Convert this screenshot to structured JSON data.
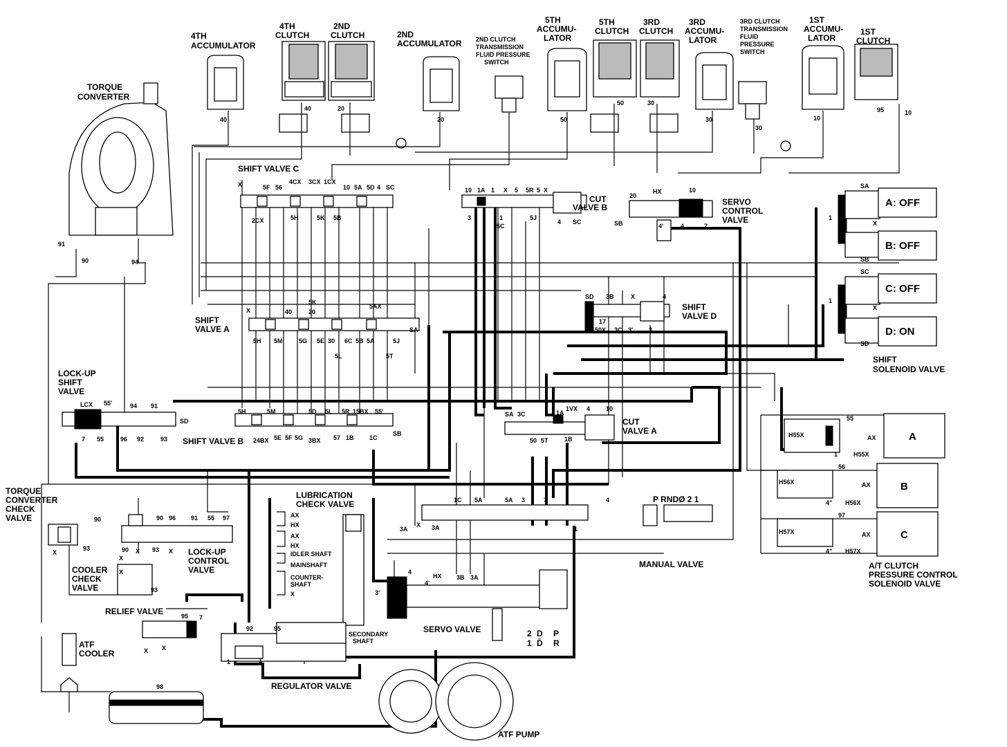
{
  "components": {
    "acc_4th": "4TH ACCUMULATOR",
    "clutch_4th": "4TH CLUTCH",
    "clutch_2nd": "2ND CLUTCH",
    "acc_2nd": "2ND ACCUMULATOR",
    "switch_2nd": "2ND CLUTCH TRANSMISSION FLUID PRESSURE SWITCH",
    "acc_5th": "5TH ACCUMU- LATOR",
    "clutch_5th": "5TH CLUTCH",
    "clutch_3rd": "3RD CLUTCH",
    "acc_3rd": "3RD ACCUMU- LATOR",
    "switch_3rd": "3RD CLUTCH TRANSMISSION FLUID PRESSURE SWITCH",
    "acc_1st": "1ST ACCUMU- LATOR",
    "clutch_1st": "1ST CLUTCH",
    "torque_converter": "TORQUE CONVERTER",
    "shift_valve_c": "SHIFT VALVE C",
    "cut_valve_b": "CUT VALVE B",
    "servo_control_valve": "SERVO CONTROL VALVE",
    "shift_valve_a": "SHIFT VALVE A",
    "shift_valve_d": "SHIFT VALVE D",
    "lockup_shift_valve": "LOCK-UP SHIFT VALVE",
    "shift_valve_b": "SHIFT VALVE B",
    "cut_valve_a": "CUT VALVE A",
    "tc_check_valve": "TORQUE CONVERTER CHECK VALVE",
    "lubrication_check_valve": "LUBRICATION CHECK VALVE",
    "lockup_control_valve": "LOCK-UP CONTROL VALVE",
    "cooler_check_valve": "COOLER CHECK VALVE",
    "relief_valve": "RELIEF VALVE",
    "atf_cooler": "ATF COOLER",
    "regulator_valve": "REGULATOR VALVE",
    "servo_valve": "SERVO VALVE",
    "atf_pump": "ATF PUMP",
    "manual_valve": "MANUAL VALVE",
    "shift_solenoid_valve": "SHIFT SOLENOID VALVE",
    "at_clutch_pc_solenoid": "A/T CLUTCH PRESSURE CONTROL SOLENOID VALVE",
    "secondary_shaft": "SECONDARY SHAFT"
  },
  "solenoids": [
    {
      "label": "A: OFF"
    },
    {
      "label": "B: OFF"
    },
    {
      "label": "C: OFF"
    },
    {
      "label": "D: ON"
    }
  ],
  "pressure_solenoids": [
    "A",
    "B",
    "C"
  ],
  "lube_points": [
    "AX",
    "HX",
    "AX",
    "HX",
    "IDLER SHAFT",
    "MAINSHAFT",
    "COUNTER- SHAFT",
    "X"
  ],
  "manual_positions": "P  RNDØ 2 1",
  "servo_positions": [
    "2",
    "D",
    "P",
    "1",
    "D̃",
    "R"
  ],
  "ports": {
    "p40a": "40",
    "p40b": "40",
    "p20a": "20",
    "p20b": "20",
    "p50a": "50",
    "p50b": "50",
    "p30a": "30",
    "p30b": "30",
    "p30c": "30",
    "p10a": "10",
    "p95": "95",
    "p10b": "10",
    "sc_x": "X",
    "sc_5f": "5F",
    "sc_56": "56",
    "sc_4cx": "4CX",
    "sc_3cx": "3CX",
    "sc_1cx": "1CX",
    "sc_10": "10",
    "sc_5a": "5A",
    "sc_5d": "5D",
    "sc_4": "4",
    "sc_sc": "SC",
    "sc_2cx": "2CX",
    "sc_5h": "5H",
    "sc_5k": "5K",
    "sc_5b": "5B",
    "cb_10": "10",
    "cb_1a": "1A",
    "cb_1": "1",
    "cb_x": "X",
    "cb_5": "5",
    "cb_5r": "5R",
    "cb_5b": "5",
    "cb_x2": "X",
    "cb_3": "3",
    "cb_1b": "1",
    "cb_5c": "5C",
    "cb_5j": "5J",
    "cb_4": "4",
    "cb_sc": "SC",
    "sv_20": "20",
    "sv_hx": "HX",
    "sv_10": "10",
    "sv_sb": "SB",
    "sv_4p": "4'",
    "sv_4": "4",
    "sv_7": "7",
    "sa_sa": "SA",
    "sa_x": "X",
    "sa_sb": "SB",
    "sa_sc": "SC",
    "sa_x2": "X",
    "sa_1": "1",
    "sa_1b": "1",
    "sa_sd": "SD",
    "a_x": "X",
    "a_40": "40",
    "a_5k": "5K",
    "a_20": "20",
    "a_5ax": "5AX",
    "a_sa": "SA",
    "a_5h": "5H",
    "a_5m": "5M",
    "a_5g": "5G",
    "a_5e": "5E",
    "a_30": "30",
    "a_6c": "6C",
    "a_5b": "5B",
    "a_5a": "5A",
    "a_5j": "5J",
    "a_5l": "5L",
    "a_5t": "5T",
    "d_sd": "SD",
    "d_3b": "3B",
    "d_x": "X",
    "d_4": "4",
    "d_17": "17",
    "d_50x": "50X",
    "d_3c": "3C",
    "d_3p": "3'",
    "d_3": "3",
    "lu_lcx": "LCX",
    "lu_55p": "55'",
    "lu_94": "94",
    "lu_91": "91",
    "lu_sd": "SD",
    "lu_7": "7",
    "lu_55": "55",
    "lu_96": "96",
    "lu_92": "92",
    "lu_93": "93",
    "b_5h": "5H",
    "b_5m": "5M",
    "b_5d": "5D",
    "b_5l": "5L",
    "b_5r": "5R",
    "b_15bx": "15BX",
    "b_55p": "55'",
    "b_24bx": "24BX",
    "b_5e": "5E",
    "b_5f": "5F",
    "b_5g": "5G",
    "b_3bx": "3BX",
    "b_57": "57",
    "b_1b": "1B",
    "b_1c": "1C",
    "b_sb": "SB",
    "ca_sa": "SA",
    "ca_3c": "3C",
    "ca_1a": "1A",
    "ca_1vx": "1VX",
    "ca_4": "4",
    "ca_10": "10",
    "ca_50": "50",
    "ca_5t": "5T",
    "ca_1b": "1B",
    "tc_91": "91",
    "tc_90": "90",
    "tc_94": "94",
    "tc_90b": "90",
    "tc_x": "X",
    "tc_93": "93",
    "lc_90": "90",
    "lc_96": "96",
    "lc_91": "91",
    "lc_55": "55",
    "lc_97": "97",
    "lc_90b": "90",
    "lc_x": "X",
    "lc_93": "93",
    "lc_x2": "X",
    "cc_x": "X",
    "cc_x2": "X",
    "cc_93": "93",
    "rv_95": "95",
    "rv_7": "7",
    "rv_x": "X",
    "rv_x2": "X",
    "rg_92": "92",
    "rg_95": "95",
    "rg_1": "1",
    "rg_1b": "1",
    "p_98": "98",
    "m_1c": "1C",
    "m_5a": "5A",
    "m_5a2": "5A",
    "m_3": "3",
    "m_7": "7",
    "m_4": "4",
    "m_3a": "3A",
    "m_x": "X",
    "m_3a2": "3A",
    "m_1": "1",
    "s_4": "4",
    "s_hx": "HX",
    "s_4p": "4'",
    "s_3b": "3B",
    "s_3a": "3A",
    "s_3p": "3'",
    "ps_55": "55",
    "ps_h55x": "H55X",
    "ps_ax": "AX",
    "ps_h55x2": "H55X",
    "ps_1": "1",
    "ps_56": "56",
    "ps_h56x": "H56X",
    "ps_ax2": "AX",
    "ps_4pp": "4\"",
    "ps_h56x2": "H56X",
    "ps_97": "97",
    "ps_h57x": "H57X",
    "ps_ax3": "AX",
    "ps_4pp2": "4\"",
    "ps_h57x2": "H57X"
  }
}
